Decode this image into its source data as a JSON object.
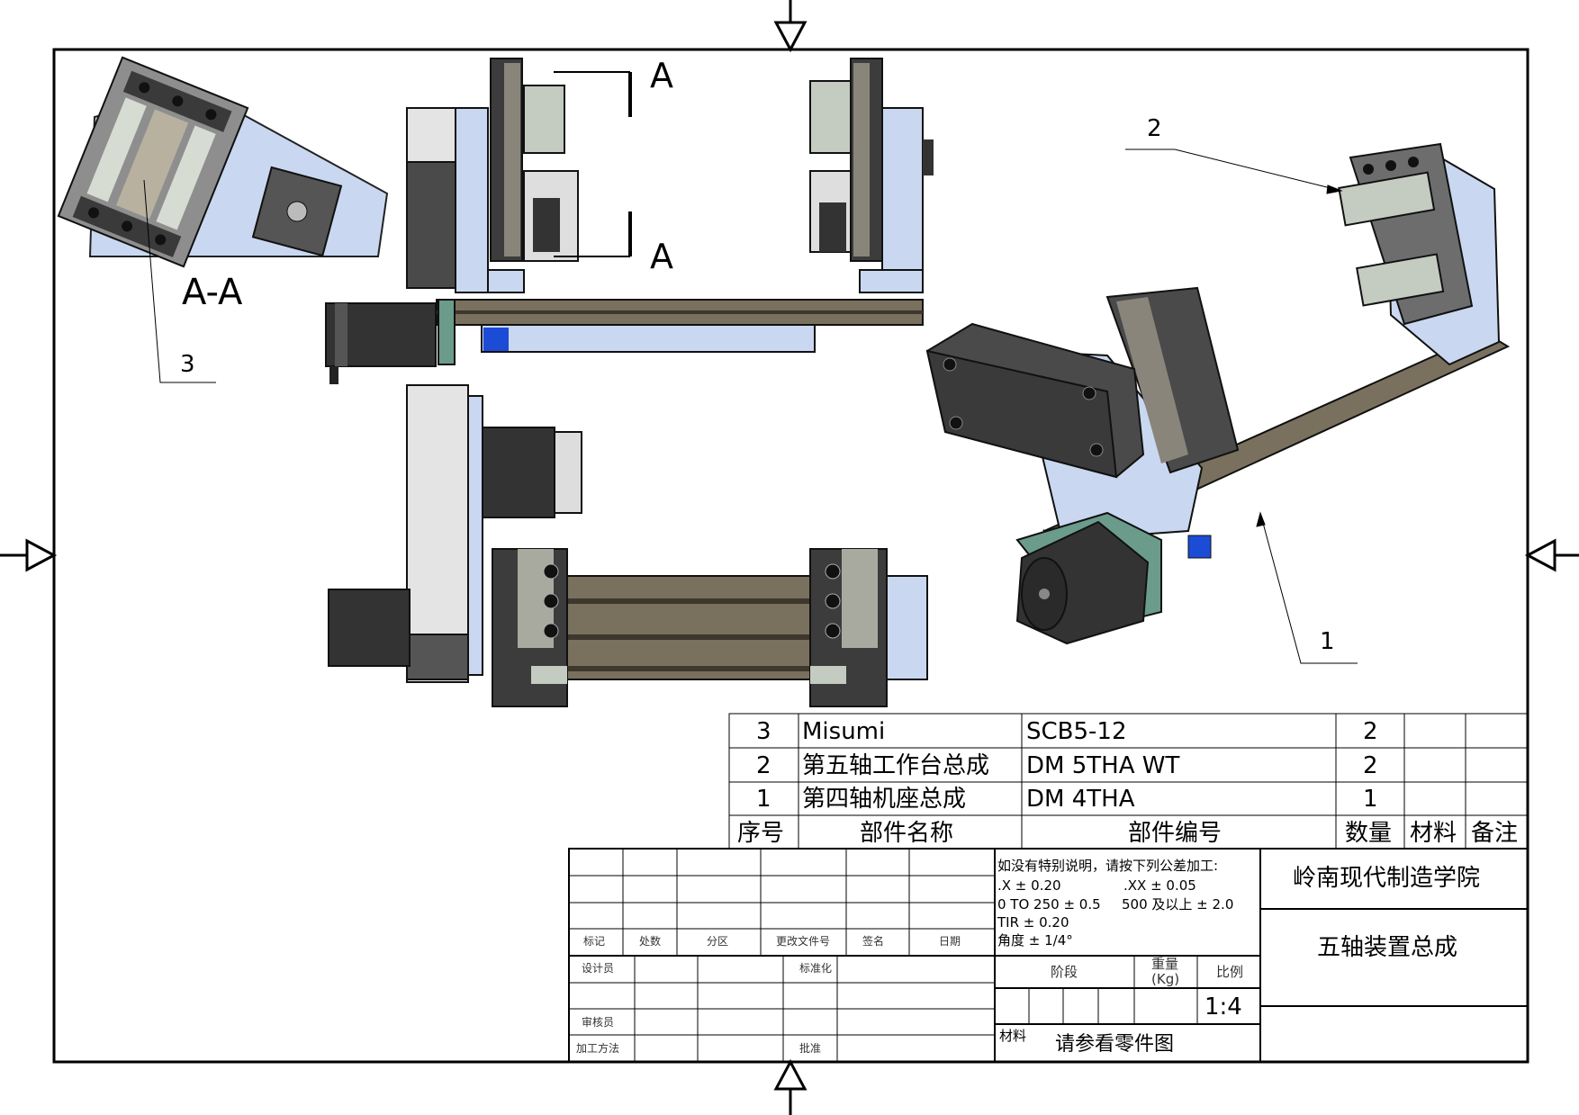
{
  "views": {
    "section_title": "A-A",
    "section_mark_top": "A",
    "section_mark_bottom": "A"
  },
  "balloons": [
    {
      "label": "1"
    },
    {
      "label": "2"
    },
    {
      "label": "3"
    }
  ],
  "bom": {
    "rows": [
      {
        "no": "3",
        "name": "Misumi",
        "part_no": "SCB5-12",
        "qty": "2",
        "material": "",
        "note": ""
      },
      {
        "no": "2",
        "name": "第五轴工作台总成",
        "part_no": "DM 5THA WT",
        "qty": "2",
        "material": "",
        "note": ""
      },
      {
        "no": "1",
        "name": "第四轴机座总成",
        "part_no": "DM 4THA",
        "qty": "1",
        "material": "",
        "note": ""
      }
    ],
    "header": {
      "no": "序号",
      "name": "部件名称",
      "part_no": "部件编号",
      "qty": "数量",
      "material": "材料",
      "note": "备注"
    }
  },
  "title_block": {
    "revision_labels": [
      "标记",
      "处数",
      "分区",
      "更改文件号",
      "签名",
      "日期"
    ],
    "designer_label": "设计员",
    "standardize_label": "标准化",
    "checker_label": "审核员",
    "process_label": "加工方法",
    "approve_label": "批准",
    "tolerance_title": "如没有特别说明，请按下列公差加工:",
    "tol_x": ".X ± 0.20",
    "tol_xx": ".XX ± 0.05",
    "tol_range": "0 TO 250 ± 0.5",
    "tol_500": "500 及以上 ± 2.0",
    "tol_tir": "TIR ± 0.20",
    "tol_angle": "角度 ± 1/4°",
    "stage_label": "阶段",
    "weight_label": "重量",
    "weight_unit": "(Kg)",
    "scale_label": "比例",
    "scale": "1:4",
    "material_label": "材料",
    "material_value": "请参看零件图",
    "school": "岭南现代制造学院",
    "drawing_title": "五轴装置总成"
  }
}
